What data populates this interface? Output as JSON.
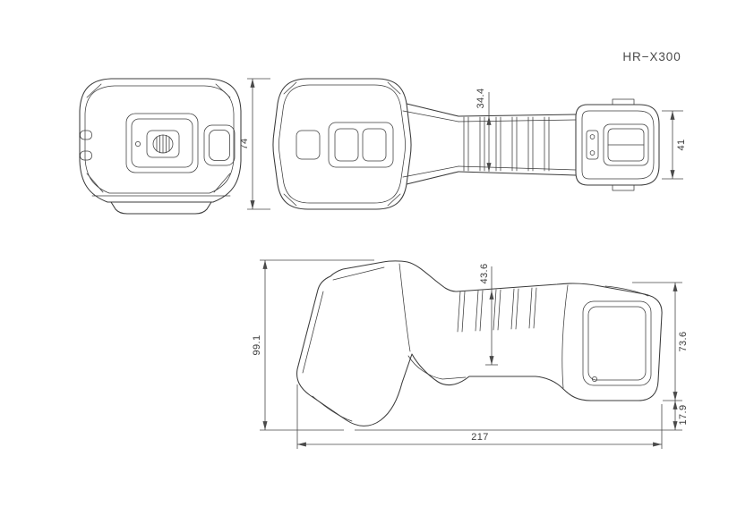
{
  "title": "HR−X300",
  "dimensions": {
    "top_view": {
      "head_width": "74",
      "handle_width": "34.4",
      "endcap_width": "41"
    },
    "side_view": {
      "grip_height": "43.6",
      "overall_height": "99.1",
      "rear_height": "73.6",
      "base_height": "17.9",
      "overall_length": "217"
    }
  },
  "colors": {
    "line": "#3b3b3b",
    "dimension": "#4a4a4a",
    "background": "#ffffff"
  }
}
